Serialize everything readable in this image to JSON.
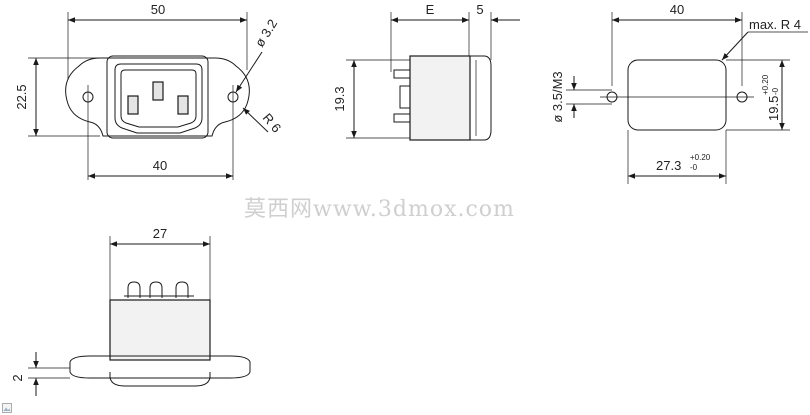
{
  "views": {
    "front": {
      "width_overall": "50",
      "width_holes": "40",
      "height": "22.5",
      "hole_diameter": "ø 3.2",
      "radius": "R 6"
    },
    "side": {
      "depth": "E",
      "flange": "5",
      "height": "19.3"
    },
    "cutout": {
      "hole_spacing": "40",
      "corner_radius": "max. R 4",
      "thread": "ø 3.5/M3",
      "height_value": "19.5",
      "height_tol_upper": "+0.20",
      "height_tol_lower": "-0",
      "width_value": "27.3",
      "width_tol_upper": "+0.20",
      "width_tol_lower": "-0"
    },
    "bottom": {
      "width": "27",
      "thickness": "2"
    }
  },
  "watermark": "莫西网www.3dmox.com",
  "icons": {
    "corner": "image-icon"
  }
}
